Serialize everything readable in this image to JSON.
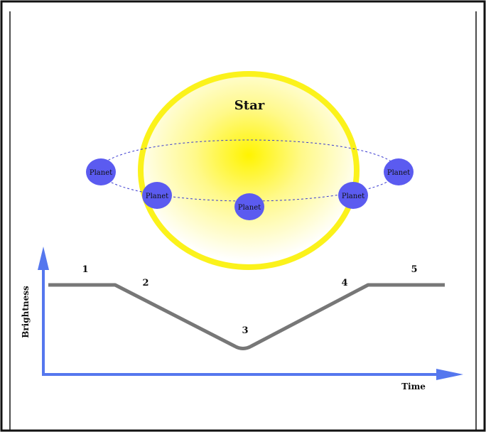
{
  "star": {
    "label": "Star",
    "color": "#ffee22",
    "glow_color": "#fff700"
  },
  "planets": [
    {
      "label": "Planet"
    },
    {
      "label": "Planet"
    },
    {
      "label": "Planet"
    },
    {
      "label": "Planet"
    },
    {
      "label": "Planet"
    }
  ],
  "planet_color": "#5b5bf0",
  "orbit_color": "#3a3ad0",
  "curve": {
    "color": "#777777",
    "phases": [
      {
        "label": "1"
      },
      {
        "label": "2"
      },
      {
        "label": "3"
      },
      {
        "label": "4"
      },
      {
        "label": "5"
      }
    ]
  },
  "axes": {
    "color": "#5577ee",
    "x_label": "Time",
    "y_label": "Brightness"
  },
  "frame_color": "#111111"
}
